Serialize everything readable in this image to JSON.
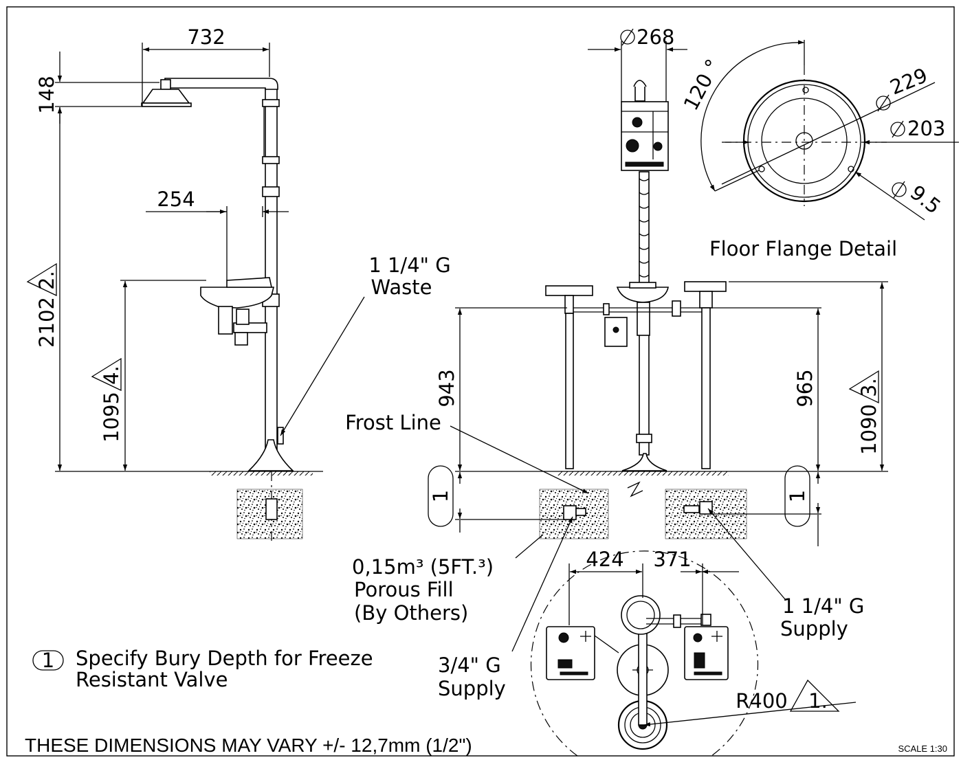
{
  "dimensions": {
    "shower_reach": "732",
    "shower_head_height": "148",
    "eyewash_offset": "254",
    "overall_height": "2102",
    "overall_height_note": "2.",
    "bowl_height_left": "1095",
    "bowl_height_left_note": "4.",
    "bowl_diameter": "268",
    "angle": "120 °",
    "flange_outer": "229",
    "flange_inner": "203",
    "hole": "9.5",
    "valve_height_left": "943",
    "valve_height_right": "965",
    "bowl_height_right": "1090",
    "bowl_height_right_note": "3.",
    "bury_left": "1",
    "bury_right": "1",
    "plan_left": "424",
    "plan_right": "371",
    "radius": "R400",
    "radius_note": "1."
  },
  "labels": {
    "waste_line1": "1 1/4\" G",
    "waste_line2": "Waste",
    "floor_flange": "Floor Flange Detail",
    "frost_line": "Frost Line",
    "fill_line1": "0,15m³ (5FT.³)",
    "fill_line2": "Porous Fill",
    "fill_line3": "(By Others)",
    "supply_large_line1": "1 1/4\" G",
    "supply_large_line2": "Supply",
    "supply_small_line1": "3/4\" G",
    "supply_small_line2": "Supply",
    "note_marker": "1",
    "note_line1": "Specify Bury Depth for Freeze",
    "note_line2": "Resistant Valve",
    "tolerance": "THESE DIMENSIONS MAY VARY +/- 12,7mm (1/2\")",
    "scale": "SCALE 1:30"
  }
}
